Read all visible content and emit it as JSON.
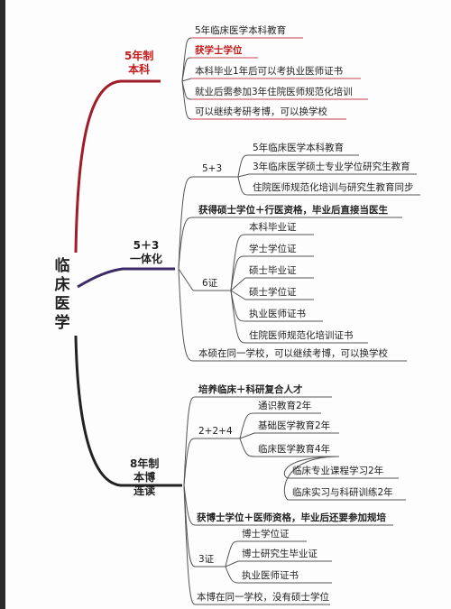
{
  "root": {
    "label": "临床医学"
  },
  "branch1": {
    "label_line1": "5年制",
    "label_line2": "本科",
    "items": [
      "5年临床医学本科教育",
      "获学士学位",
      "本科毕业1年后可以考执业医师证书",
      "就业后需参加3年住院医师规范化培训",
      "可以继续考研考博，可以换学校"
    ]
  },
  "branch2": {
    "label_line1": "5＋3",
    "label_line2": "一体化",
    "sub1": {
      "label": "5+3",
      "items": [
        "5年临床医学本科教育",
        "3年临床医学硕士专业学位研究生教育",
        "住院医师规范化培训与研究生教育同步"
      ]
    },
    "note": "获得硕士学位＋行医资格，毕业后直接当医生",
    "sub2": {
      "label": "6证",
      "items": [
        "本科毕业证",
        "学士学位证",
        "硕士毕业证",
        "硕士学位证",
        "执业医师证书",
        "住院医师规范化培训证书"
      ]
    },
    "last": "本硕在同一学校，可以继续考博，可以换学校"
  },
  "branch3": {
    "label_line1": "8年制",
    "label_line2": "本博",
    "label_line3": "连读",
    "note1": "培养临床＋科研复合人才",
    "sub1": {
      "label": "2+2+4",
      "items": [
        "通识教育2年",
        "基础医学教育2年",
        "临床医学教育4年"
      ],
      "subitems": [
        "临床专业课程学习2年",
        "临床实习与科研训练2年"
      ]
    },
    "note2": "获博士学位＋医师资格，毕业后还要参加规培",
    "sub2": {
      "label": "3证",
      "items": [
        "博士学位证",
        "博士研究生毕业证",
        "执业医师证书"
      ]
    },
    "last": "本博在同一学校，没有硕士学位"
  },
  "colors": {
    "branch1": "#b21f2d",
    "branch2": "#3d2a66",
    "branch3": "#222222",
    "rule1": "#c2424e",
    "rule": "#555555"
  }
}
